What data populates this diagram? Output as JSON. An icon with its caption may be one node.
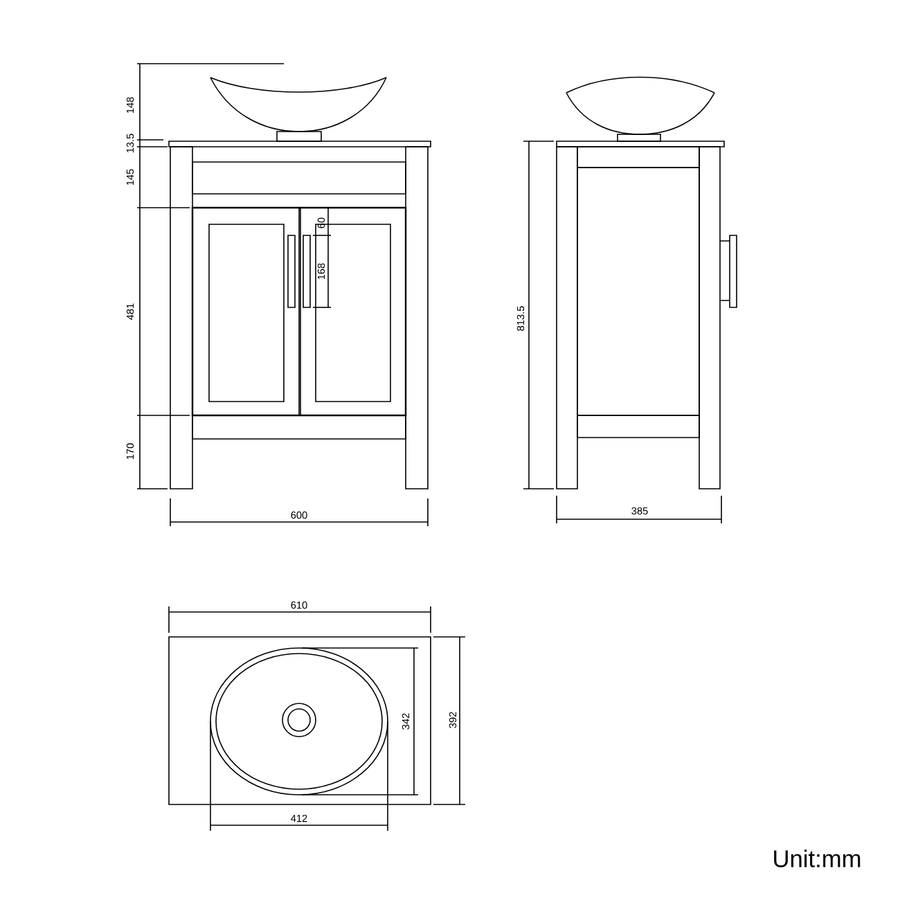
{
  "diagram": {
    "labels": [
      "148",
      "13.5",
      "145",
      "60",
      "168",
      "481",
      "813.5",
      "170",
      "600",
      "385",
      "610",
      "342",
      "392",
      "412",
      "Unit:mm"
    ]
  }
}
